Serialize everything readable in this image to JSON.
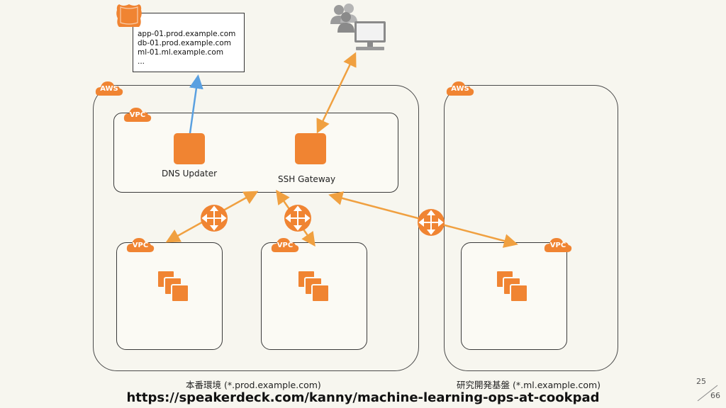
{
  "dns_records": {
    "lines": [
      "app-01.prod.example.com",
      "db-01.prod.example.com",
      "ml-01.ml.example.com",
      "..."
    ]
  },
  "badges": {
    "aws": "AWS",
    "vpc": "VPC"
  },
  "services": {
    "dns_updater": "DNS Updater",
    "ssh_gateway": "SSH Gateway"
  },
  "captions": {
    "prod_env": "本番環境 (*.prod.example.com)",
    "ml_env": "研究開発基盤 (*.ml.example.com)"
  },
  "footer": {
    "url": "https://speakerdeck.com/kanny/machine-learning-ops-at-cookpad",
    "page_current": "25",
    "page_total": "66"
  },
  "colors": {
    "aws_orange": "#f08432",
    "arrow_orange": "#f0a040",
    "arrow_blue": "#5aa0e0"
  },
  "icons": [
    "route53-shield-icon",
    "users-icon",
    "computer-icon",
    "router-icon",
    "instances-icon"
  ]
}
